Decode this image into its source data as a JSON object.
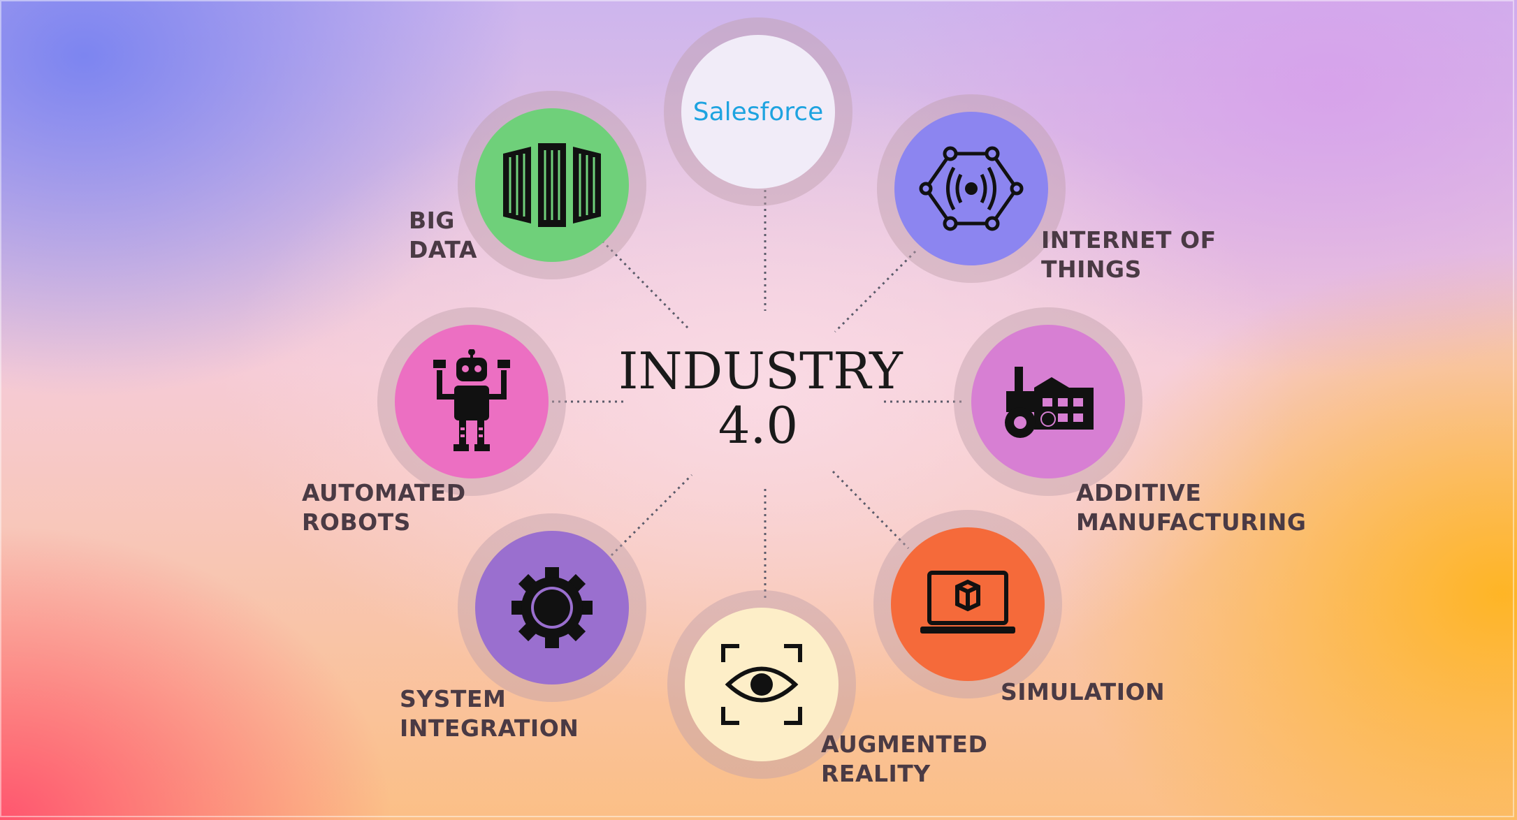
{
  "center": {
    "line1": "INDUSTRY",
    "line2": "4.0"
  },
  "top_hub": {
    "text": "Salesforce",
    "text_color": "#1ea3e0"
  },
  "nodes": [
    {
      "label": "BIG\nDATA",
      "icon": "server-rack-icon",
      "color": "#6fd07a"
    },
    {
      "label": "INTERNET OF\nTHINGS",
      "icon": "iot-network-icon",
      "color": "#8c85f0"
    },
    {
      "label": "AUTOMATED\nROBOTS",
      "icon": "robot-icon",
      "color": "#ec6fc2"
    },
    {
      "label": "ADDITIVE\nMANUFACTURING",
      "icon": "factory-gear-icon",
      "color": "#d77fd3"
    },
    {
      "label": "SYSTEM\nINTEGRATION",
      "icon": "si-gear-icon",
      "color": "#9a6fcf"
    },
    {
      "label": "AUGMENTED\nREALITY",
      "icon": "eye-scan-icon",
      "color": "#fdeec8"
    },
    {
      "label": "SIMULATION",
      "icon": "laptop-cube-icon",
      "color": "#f56a3a"
    }
  ]
}
